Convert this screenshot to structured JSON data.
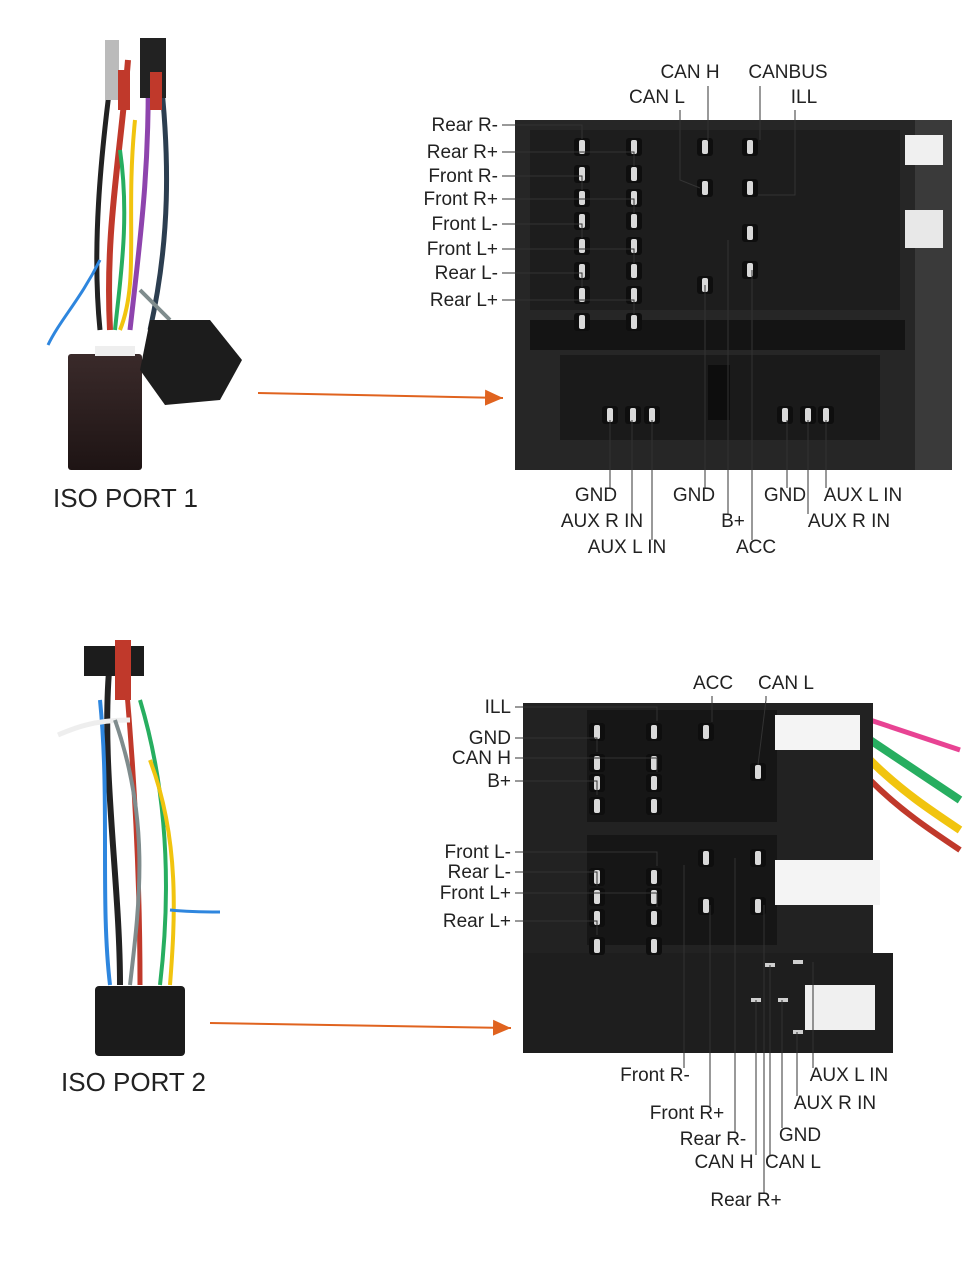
{
  "port1": {
    "title": "ISO PORT 1",
    "pins_left": [
      "Rear R-",
      "Rear R+",
      "Front R-",
      "Front R+",
      "Front L-",
      "Front L+",
      "Rear L-",
      "Rear L+"
    ],
    "pins_top": [
      "CAN H",
      "CAN L",
      "CANBUS",
      "ILL"
    ],
    "pins_bottom": [
      "GND",
      "AUX R IN",
      "AUX L IN",
      "GND",
      "B+",
      "ACC",
      "GND",
      "AUX L IN",
      "AUX R IN"
    ]
  },
  "port2": {
    "title": "ISO PORT 2",
    "pins_left": [
      "ILL",
      "GND",
      "CAN H",
      "B+",
      "Front L-",
      "Rear L-",
      "Front L+",
      "Rear L+"
    ],
    "pins_top": [
      "ACC",
      "CAN L"
    ],
    "pins_bottom": [
      "Front R-",
      "Front R+",
      "Rear R-",
      "CAN H",
      "Rear R+",
      "AUX L IN",
      "AUX R IN",
      "GND",
      "CAN L"
    ]
  },
  "colors": {
    "arrow": "#e0631f",
    "connector": "#1c1c1c",
    "connector_face": "#2a2a2a"
  }
}
